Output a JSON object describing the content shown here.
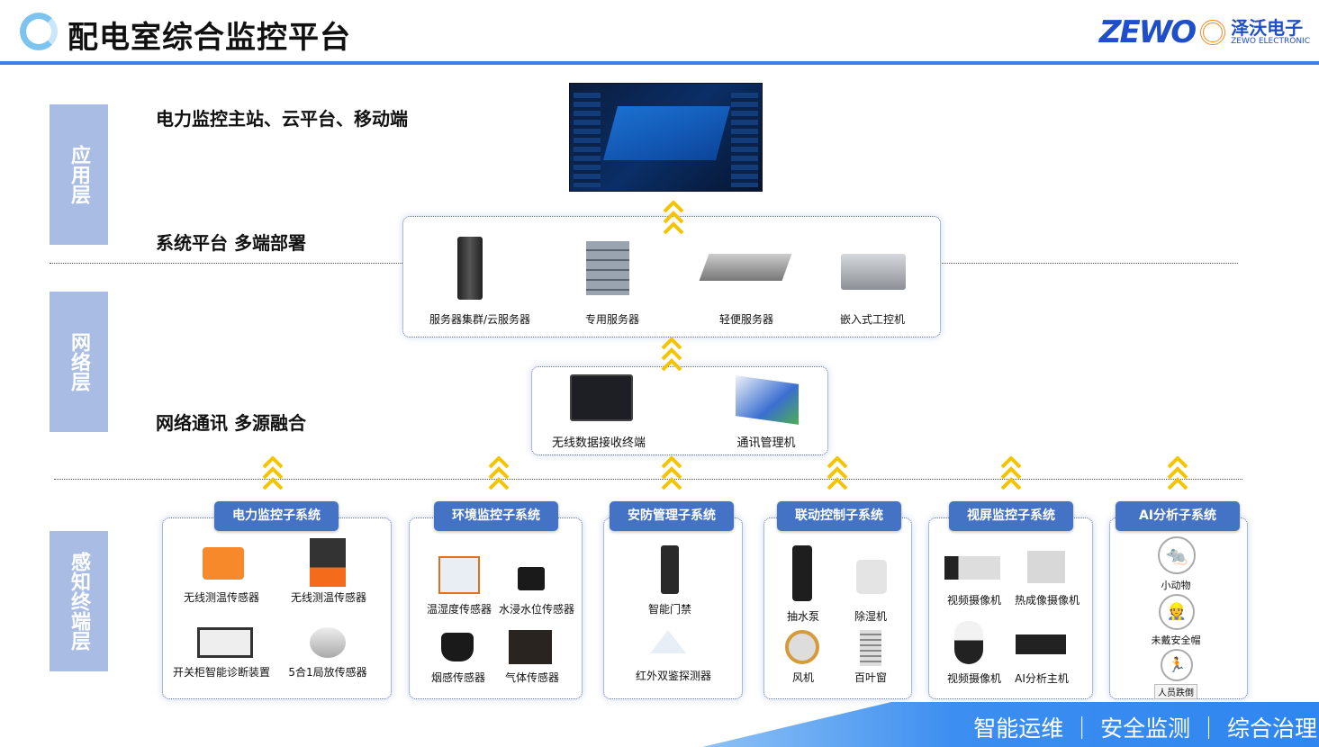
{
  "header": {
    "title": "配电室综合监控平台",
    "brand_mark": "ZEWO",
    "brand_cn": "泽沃电子",
    "brand_en": "ZEWO ELECTRONIC"
  },
  "layers": [
    {
      "label": "应用层"
    },
    {
      "label": "网络层"
    },
    {
      "label": "感知终端层"
    }
  ],
  "headings": {
    "app": "电力监控主站、云平台、移动端",
    "platform": "系统平台 多端部署",
    "network": "网络通讯 多源融合"
  },
  "servers": [
    "服务器集群/云服务器",
    "专用服务器",
    "轻便服务器",
    "嵌入式工控机"
  ],
  "network_devices": [
    "无线数据接收终端",
    "通讯管理机"
  ],
  "subsystems": [
    {
      "title": "电力监控子系统",
      "items": [
        "无线测温传感器",
        "无线测温传感器",
        "开关柜智能诊断装置",
        "5合1局放传感器"
      ]
    },
    {
      "title": "环境监控子系统",
      "items": [
        "温湿度传感器",
        "水浸水位传感器",
        "烟感传感器",
        "气体传感器"
      ]
    },
    {
      "title": "安防管理子系统",
      "items": [
        "智能门禁",
        "红外双鉴探测器"
      ]
    },
    {
      "title": "联动控制子系统",
      "items": [
        "抽水泵",
        "除湿机",
        "风机",
        "百叶窗"
      ]
    },
    {
      "title": "视屏监控子系统",
      "items": [
        "视频摄像机",
        "热成像摄像机",
        "视频摄像机",
        "AI分析主机"
      ]
    },
    {
      "title": "AI分析子系统",
      "items": [
        "小动物",
        "未戴安全帽",
        "人员跌倒"
      ]
    }
  ],
  "footer": {
    "slogan": "智能运维 ｜ 安全监测 ｜ 综合治理"
  },
  "colors": {
    "accent": "#4472c4",
    "layer": "#a9bde4",
    "arrow": "#f5c400"
  }
}
